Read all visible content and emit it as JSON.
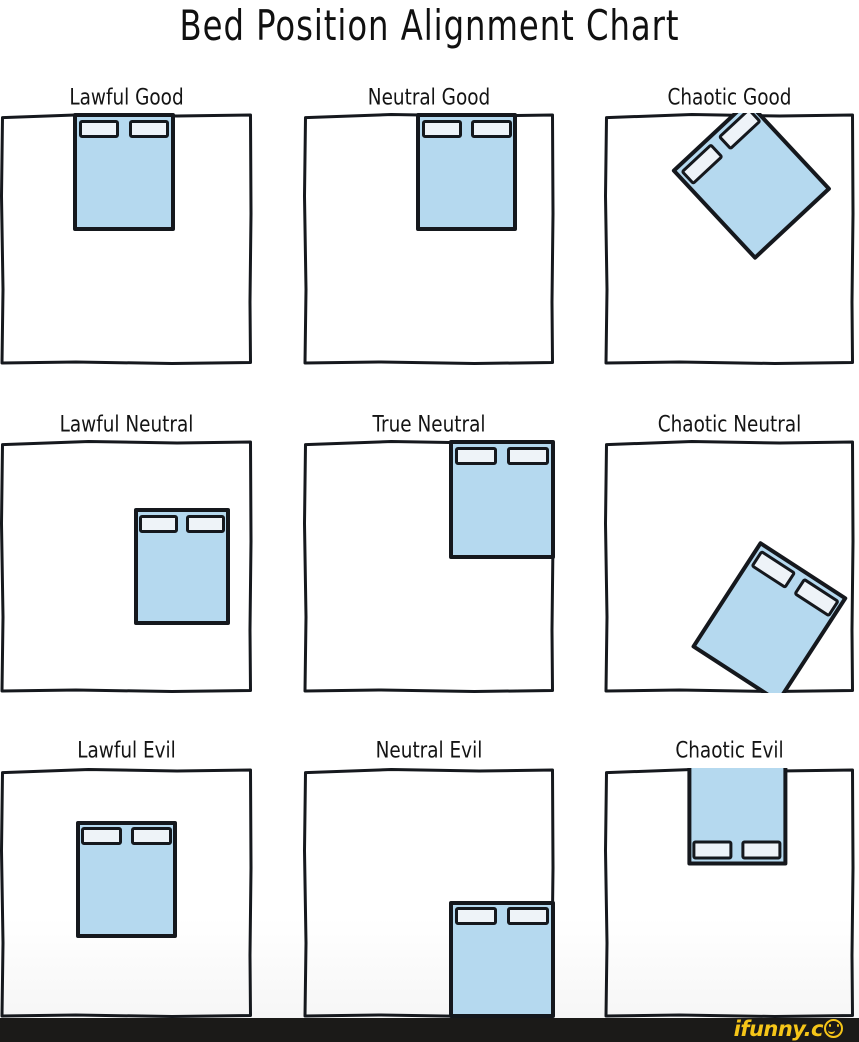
{
  "page": {
    "title": "Bed Position Alignment Chart",
    "watermark": "ifunny.co",
    "background_color": "#ffffff",
    "ink_color": "#15181d",
    "mattress_color": "#b5d9ef",
    "pillow_color": "#eef3f8",
    "footer_color": "#1b1a18",
    "watermark_color": "#f5c518"
  },
  "chart_data": {
    "type": "diagram",
    "title": "Bed Position Alignment Chart",
    "description": "Nine-panel D&D alignment grid. Each panel shows a square room floorplan with a double bed (blue mattress, two pillows at the head) placed in a different position.",
    "columns": [
      "Lawful",
      "Neutral",
      "Chaotic"
    ],
    "rows": [
      "Good",
      "Neutral",
      "Evil"
    ],
    "panels": [
      {
        "label": "Lawful Good",
        "row": 0,
        "col": 0,
        "bed": {
          "x_pct": 29,
          "y_pct": 0,
          "w_pct": 40,
          "h_pct": 47,
          "rotation_deg": 0,
          "flipped": false
        },
        "position_note": "Centered against the top wall, headboard flush to the wall"
      },
      {
        "label": "Neutral Good",
        "row": 0,
        "col": 1,
        "bed": {
          "x_pct": 45,
          "y_pct": 0,
          "w_pct": 40,
          "h_pct": 47,
          "rotation_deg": 0,
          "flipped": false
        },
        "position_note": "Against the top wall but offset right of center"
      },
      {
        "label": "Chaotic Good",
        "row": 0,
        "col": 2,
        "bed": {
          "x_pct": 38,
          "y_pct": 2,
          "w_pct": 42,
          "h_pct": 49,
          "rotation_deg": -43,
          "flipped": false
        },
        "position_note": "Rotated 45 degrees, floating in the upper-right of the room"
      },
      {
        "label": "Lawful Neutral",
        "row": 1,
        "col": 0,
        "bed": {
          "x_pct": 53,
          "y_pct": 27,
          "w_pct": 38,
          "h_pct": 46,
          "rotation_deg": 0,
          "flipped": false
        },
        "position_note": "Floating in the middle-right, touching no wall"
      },
      {
        "label": "True Neutral",
        "row": 1,
        "col": 1,
        "bed": {
          "x_pct": 58,
          "y_pct": 0,
          "w_pct": 42,
          "h_pct": 47,
          "rotation_deg": 0,
          "flipped": false
        },
        "position_note": "Tucked into the top-right corner, touching top and right walls"
      },
      {
        "label": "Chaotic Neutral",
        "row": 1,
        "col": 2,
        "bed": {
          "x_pct": 45,
          "y_pct": 47,
          "w_pct": 42,
          "h_pct": 50,
          "rotation_deg": 33,
          "flipped": false
        },
        "position_note": "Rotated about 30 degrees and shoved through the bottom-right corner"
      },
      {
        "label": "Lawful Evil",
        "row": 2,
        "col": 0,
        "bed": {
          "x_pct": 30,
          "y_pct": 21,
          "w_pct": 40,
          "h_pct": 47,
          "rotation_deg": 0,
          "flipped": false
        },
        "position_note": "Dead center of the room, touching no wall"
      },
      {
        "label": "Neutral Evil",
        "row": 2,
        "col": 1,
        "bed": {
          "x_pct": 58,
          "y_pct": 53,
          "w_pct": 42,
          "h_pct": 47,
          "rotation_deg": 0,
          "flipped": false
        },
        "position_note": "Bottom-right corner, foot of the bed against the bottom wall"
      },
      {
        "label": "Chaotic Evil",
        "row": 2,
        "col": 2,
        "bed": {
          "x_pct": 33,
          "y_pct": -8,
          "w_pct": 40,
          "h_pct": 47,
          "rotation_deg": 0,
          "flipped": true
        },
        "position_note": "Upside down with pillows at the foot, bed clipping through the top wall"
      }
    ]
  }
}
